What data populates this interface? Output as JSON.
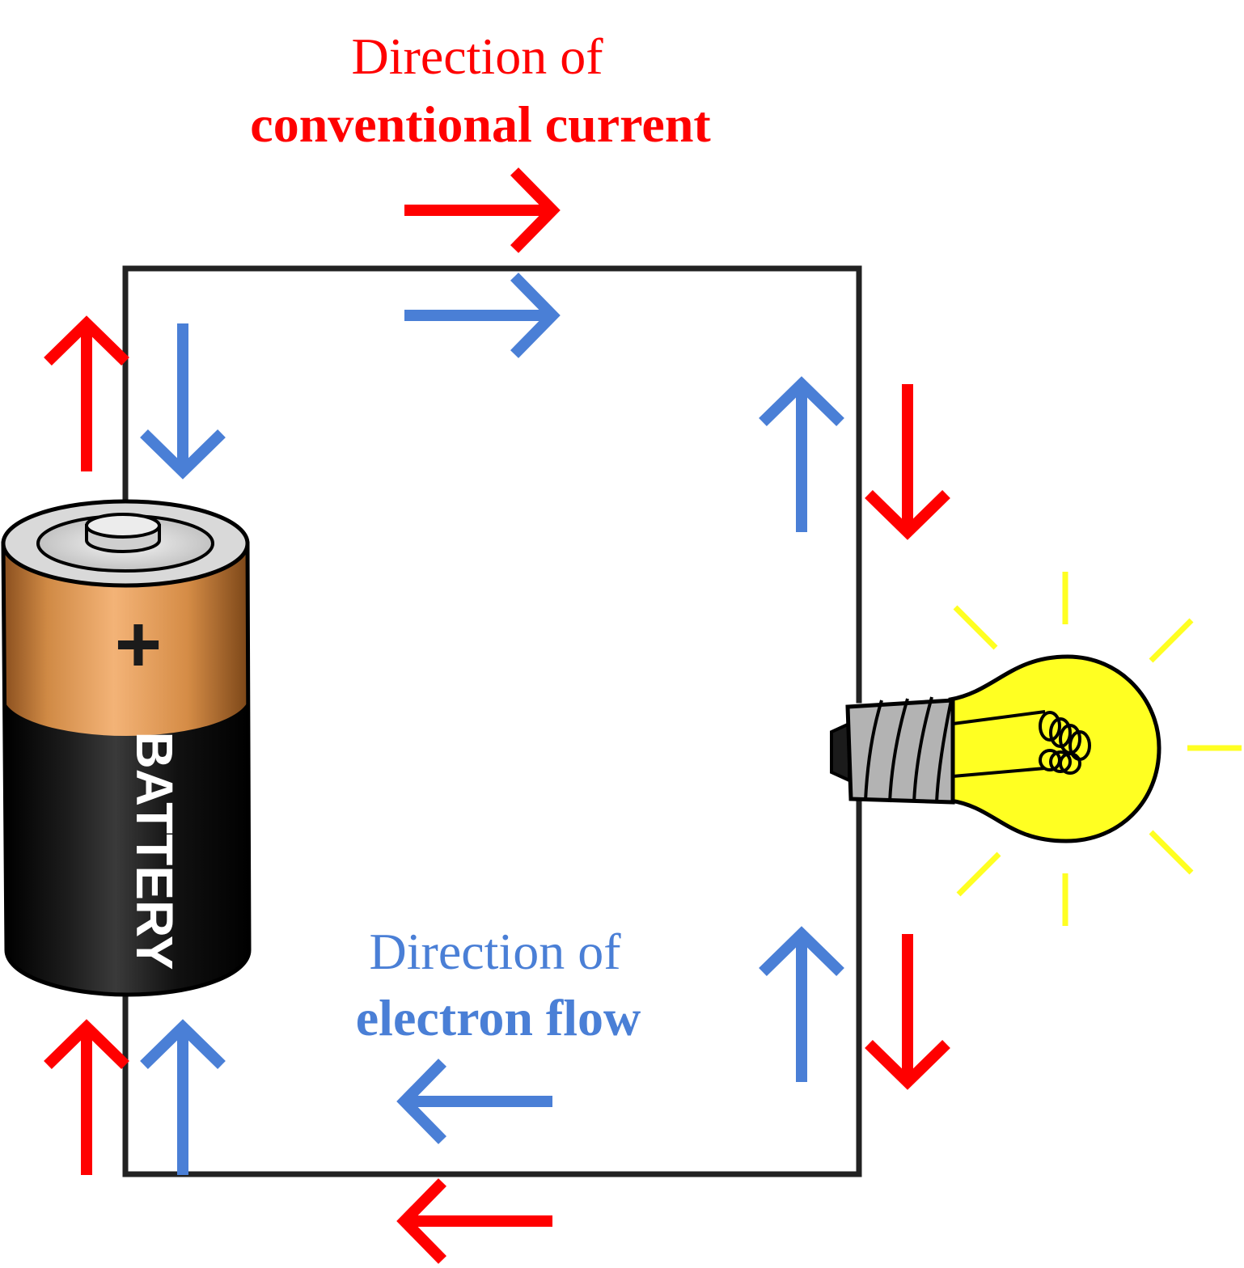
{
  "colors": {
    "conventional": "#ff0000",
    "electron": "#4a7fd6",
    "wire": "#222222",
    "bulb_glass": "#ffff22",
    "bulb_rays": "#ffff22",
    "battery_cap": "#e39a55",
    "battery_body": "#111111"
  },
  "labels": {
    "conventional": {
      "line1": "Direction of",
      "line2": "conventional current"
    },
    "electron": {
      "line1": "Direction of",
      "line2": "electron flow"
    }
  },
  "battery": {
    "plus_sign": "+",
    "label": "BATTERY"
  },
  "arrows": {
    "conventional": [
      "right",
      "up",
      "up",
      "down",
      "down",
      "left"
    ],
    "electron": [
      "right",
      "down",
      "up",
      "up",
      "up",
      "left"
    ]
  }
}
